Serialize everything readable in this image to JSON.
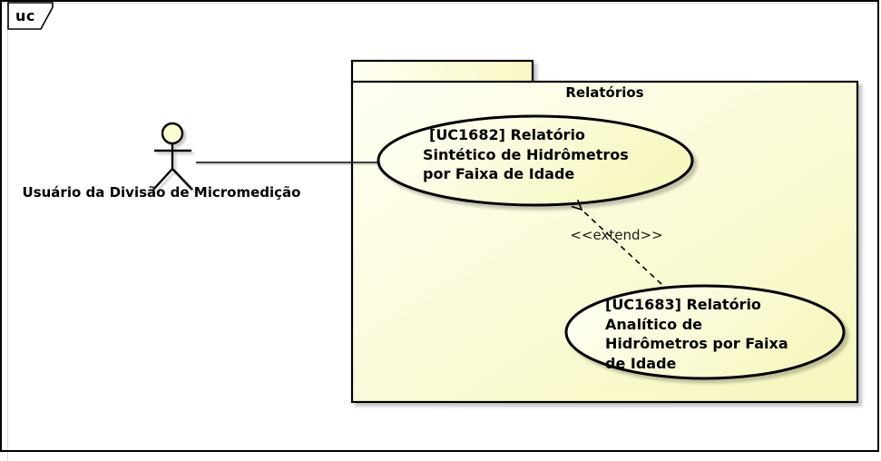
{
  "frame": {
    "tag": "uc"
  },
  "actor": {
    "name": "Usuário da Divisão de Micromedição"
  },
  "package": {
    "title": "Relatórios"
  },
  "use_cases": [
    {
      "id": "UC1682",
      "label": "[UC1682] Relatório Sintético de Hidrômetros por Faixa de Idade",
      "lines": [
        "[UC1682] Relatório",
        "Sintético de Hidrômetros",
        "por Faixa de Idade"
      ]
    },
    {
      "id": "UC1683",
      "label": "[UC1683] Relatório Analítico de Hidrômetros por Faixa de Idade",
      "lines": [
        "[UC1683] Relatório",
        "Analítico de",
        "Hidrômetros por Faixa",
        "de Idade"
      ]
    }
  ],
  "relations": [
    {
      "type": "extend",
      "label": "<<extend>>",
      "from": "UC1683",
      "to": "UC1682",
      "line_style": "dashed"
    }
  ],
  "connections": [
    {
      "from": "actor",
      "to": "UC1682",
      "line_style": "solid"
    }
  ],
  "colors": {
    "shape_fill_light": "#FFFFF5",
    "shape_fill_yellow": "#F8F8C2",
    "border": "#000000",
    "shadow": "#C9C9C9",
    "canvas_guide_line": "#DCDCDC",
    "background": "#FFFFFF"
  }
}
